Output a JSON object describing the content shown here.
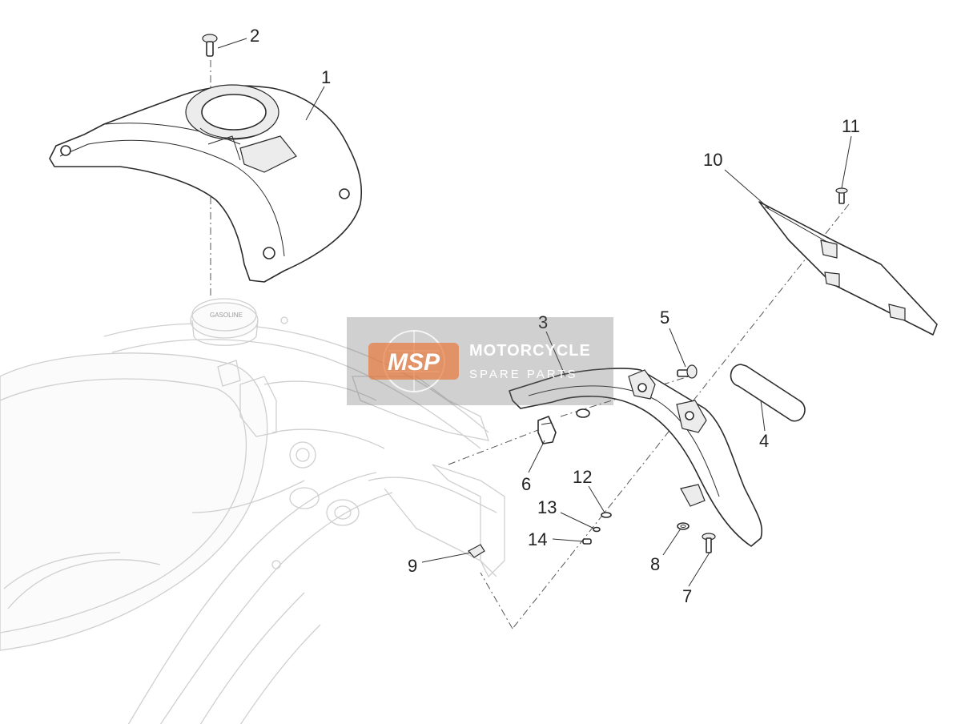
{
  "diagram": {
    "callouts": [
      {
        "id": "1",
        "label": "1"
      },
      {
        "id": "2",
        "label": "2"
      },
      {
        "id": "3",
        "label": "3"
      },
      {
        "id": "4",
        "label": "4"
      },
      {
        "id": "5",
        "label": "5"
      },
      {
        "id": "6",
        "label": "6"
      },
      {
        "id": "7",
        "label": "7"
      },
      {
        "id": "8",
        "label": "8"
      },
      {
        "id": "9",
        "label": "9"
      },
      {
        "id": "10",
        "label": "10"
      },
      {
        "id": "11",
        "label": "11"
      },
      {
        "id": "12",
        "label": "12"
      },
      {
        "id": "13",
        "label": "13"
      },
      {
        "id": "14",
        "label": "14"
      }
    ],
    "fuel_cap_label": "GASOLINE"
  },
  "watermark": {
    "badge": "MSP",
    "line1": "MOTORCYCLE",
    "line2": "SPARE PARTS",
    "badge_color": "#e8773a"
  }
}
